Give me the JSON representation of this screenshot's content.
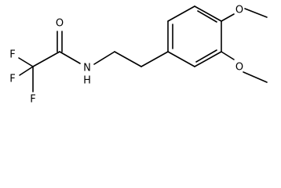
{
  "molecule": {
    "atoms": [
      {
        "id": "f_top",
        "symbol": "F"
      },
      {
        "id": "f_left",
        "symbol": "F"
      },
      {
        "id": "f_bottom",
        "symbol": "F"
      },
      {
        "id": "o_carbonyl",
        "symbol": "O"
      },
      {
        "id": "n_amide",
        "symbol": "N"
      },
      {
        "id": "h_amide",
        "symbol": "H"
      },
      {
        "id": "o_methoxy_top",
        "symbol": "O"
      },
      {
        "id": "o_methoxy_bottom",
        "symbol": "O"
      }
    ]
  },
  "colors": {
    "bond": "#000000",
    "label": "#000000",
    "background": "#ffffff"
  }
}
